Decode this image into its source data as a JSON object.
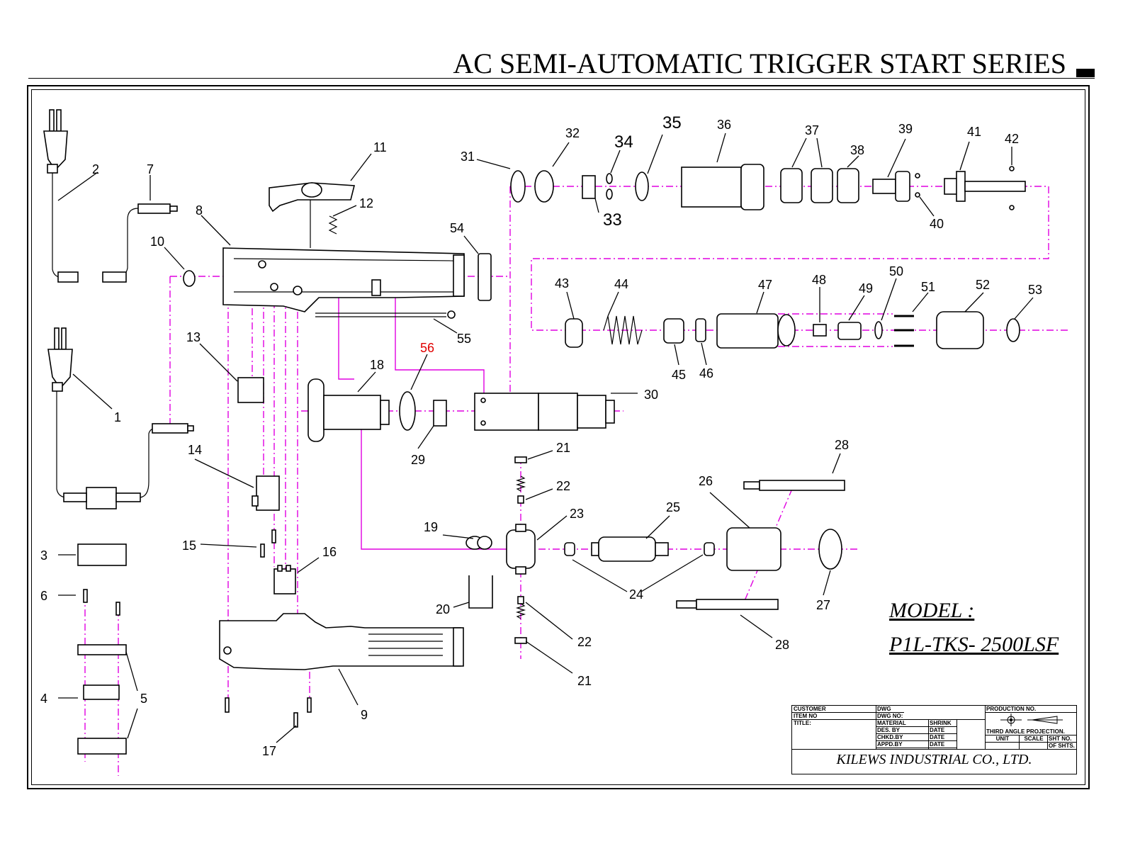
{
  "header": {
    "title": "AC SEMI-AUTOMATIC TRIGGER START SERIES"
  },
  "model": {
    "label": "MODEL  :",
    "number": "P1L-TKS- 2500LSF"
  },
  "part_labels": {
    "p1": "1",
    "p2": "2",
    "p3": "3",
    "p4": "4",
    "p5a": "5",
    "p5b": "5",
    "p6": "6",
    "p7": "7",
    "p8": "8",
    "p9": "9",
    "p10": "10",
    "p11": "11",
    "p12": "12",
    "p13": "13",
    "p14": "14",
    "p15": "15",
    "p16": "16",
    "p17": "17",
    "p18": "18",
    "p19": "19",
    "p20": "20",
    "p21a": "21",
    "p21b": "21",
    "p22a": "22",
    "p22b": "22",
    "p23": "23",
    "p24": "24",
    "p25": "25",
    "p26": "26",
    "p27": "27",
    "p28a": "28",
    "p28b": "28",
    "p29": "29",
    "p30": "30",
    "p31": "31",
    "p32": "32",
    "p33": "33",
    "p34": "34",
    "p35": "35",
    "p36": "36",
    "p37": "37",
    "p38": "38",
    "p39": "39",
    "p40": "40",
    "p41": "41",
    "p42": "42",
    "p43": "43",
    "p44": "44",
    "p45": "45",
    "p46": "46",
    "p47": "47",
    "p48": "48",
    "p49": "49",
    "p50": "50",
    "p51": "51",
    "p52": "52",
    "p53": "53",
    "p54": "54",
    "p55": "55",
    "p56": "56"
  },
  "colors": {
    "axis": "#e000e0",
    "highlight_label": "#e00000"
  },
  "title_block": {
    "customer": "CUSTOMER",
    "item_no": "ITEM NO",
    "title": "TITLE:",
    "dwg": "DWG",
    "dwg_no": "DWG NO:",
    "material": "MATERIAL",
    "shrink": "SHRINK",
    "des_by": "DES. BY",
    "chkd_by": "CHKD.BY",
    "appd_by": "APPD.BY",
    "date1": "DATE",
    "date2": "DATE",
    "date3": "DATE",
    "production_no": "PRODUCTION NO.",
    "projection": "THIRD ANGLE PROJECTION.",
    "unit": "UNIT",
    "scale": "SCALE",
    "sht_no": "SHT NO.",
    "of_shts": "OF SHTS.",
    "company": "KILEWS  INDUSTRIAL  CO., LTD."
  }
}
